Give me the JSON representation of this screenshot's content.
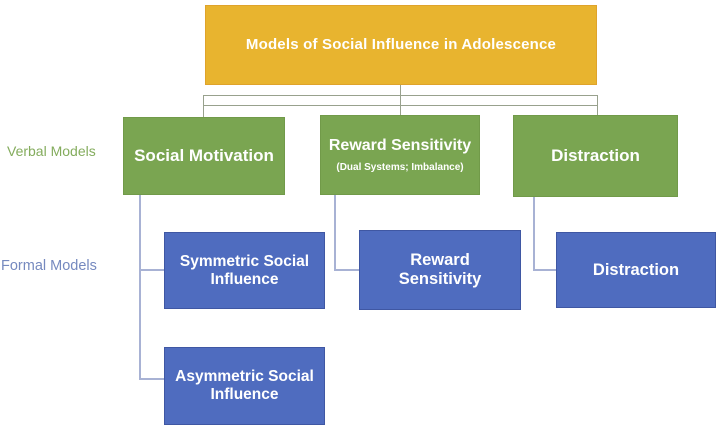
{
  "diagram": {
    "title": "Models of Social Influence in Adolescence",
    "row_labels": {
      "verbal": "Verbal Models",
      "formal": "Formal Models"
    },
    "verbal_models": [
      {
        "label": "Social Motivation",
        "sublabel": ""
      },
      {
        "label": "Reward Sensitivity",
        "sublabel": "(Dual Systems; Imbalance)"
      },
      {
        "label": "Distraction",
        "sublabel": ""
      }
    ],
    "formal_models": [
      {
        "label": "Symmetric Social Influence"
      },
      {
        "label": "Reward Sensitivity"
      },
      {
        "label": "Distraction"
      },
      {
        "label": "Asymmetric Social Influence"
      }
    ],
    "colors": {
      "title_fill": "#E8B42F",
      "title_border": "#DFA32B",
      "verbal_fill": "#7AA551",
      "verbal_border": "#719A49",
      "formal_fill": "#4F6CBF",
      "formal_border": "#3F57A3",
      "verbal_label": "#84AC5D",
      "formal_label": "#7589BF",
      "top_connector": "#98A18D",
      "bottom_connector": "#A8B2D4",
      "box_text": "#FFFFFF"
    }
  }
}
